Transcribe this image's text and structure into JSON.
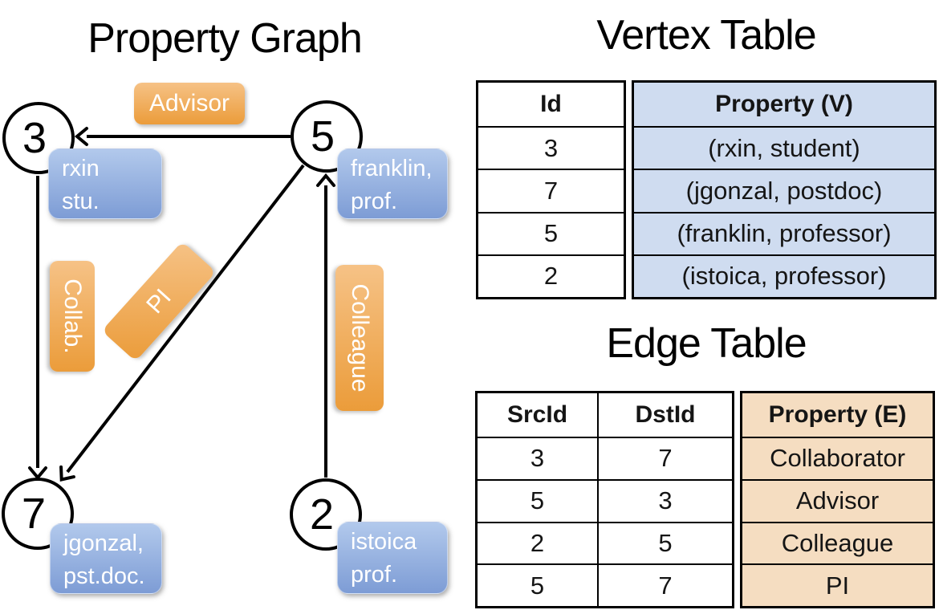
{
  "graph": {
    "title": "Property Graph",
    "nodes": [
      {
        "id": "3",
        "label_lines": [
          "rxin",
          "stu."
        ]
      },
      {
        "id": "5",
        "label_lines": [
          "franklin,",
          "prof."
        ]
      },
      {
        "id": "7",
        "label_lines": [
          "jgonzal,",
          "pst.doc."
        ]
      },
      {
        "id": "2",
        "label_lines": [
          "istoica",
          "prof."
        ]
      }
    ],
    "edge_labels": [
      "Advisor",
      "Collab.",
      "PI",
      "Colleague"
    ]
  },
  "vertex_table": {
    "title": "Vertex Table",
    "columns": [
      "Id",
      "Property (V)"
    ],
    "rows": [
      [
        "3",
        "(rxin, student)"
      ],
      [
        "7",
        "(jgonzal, postdoc)"
      ],
      [
        "5",
        "(franklin, professor)"
      ],
      [
        "2",
        "(istoica, professor)"
      ]
    ]
  },
  "edge_table": {
    "title": "Edge Table",
    "columns": [
      "SrcId",
      "DstId",
      "Property (E)"
    ],
    "rows": [
      [
        "3",
        "7",
        "Collaborator"
      ],
      [
        "5",
        "3",
        "Advisor"
      ],
      [
        "2",
        "5",
        "Colleague"
      ],
      [
        "5",
        "7",
        "PI"
      ]
    ]
  },
  "colors": {
    "edge_label_orange_top": "#f6c286",
    "edge_label_orange_bottom": "#eb9c3a",
    "vertex_label_blue_top": "#b2c9ec",
    "vertex_label_blue_bottom": "#7d9cd5",
    "vertex_property_fill": "#cfdcf0",
    "edge_property_fill": "#f5ddc1",
    "line_color": "#000000"
  }
}
